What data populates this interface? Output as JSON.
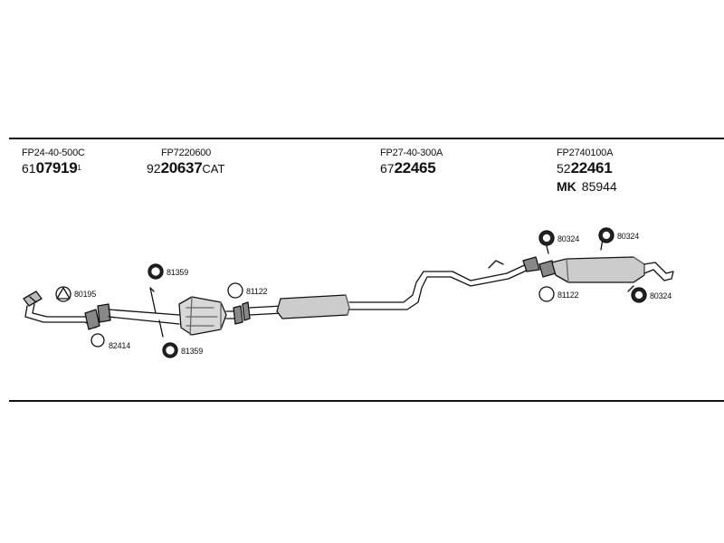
{
  "parts": [
    {
      "code": "FP24-40-500C",
      "prefix": "61",
      "number": "07919",
      "suffix": "",
      "superscript": "1"
    },
    {
      "code": "FP7220600",
      "prefix": "92",
      "number": "20637",
      "suffix": "CAT",
      "superscript": ""
    },
    {
      "code": "FP27-40-300A",
      "prefix": "67",
      "number": "22465",
      "suffix": "",
      "superscript": ""
    },
    {
      "code": "FP2740100A",
      "prefix": "52",
      "number": "22461",
      "suffix": "",
      "superscript": "",
      "mk_label": "MK",
      "mk_number": "85944"
    }
  ],
  "callouts": [
    "80195",
    "82414",
    "81359",
    "81359",
    "81122",
    "80324",
    "80324",
    "81122",
    "80324"
  ]
}
